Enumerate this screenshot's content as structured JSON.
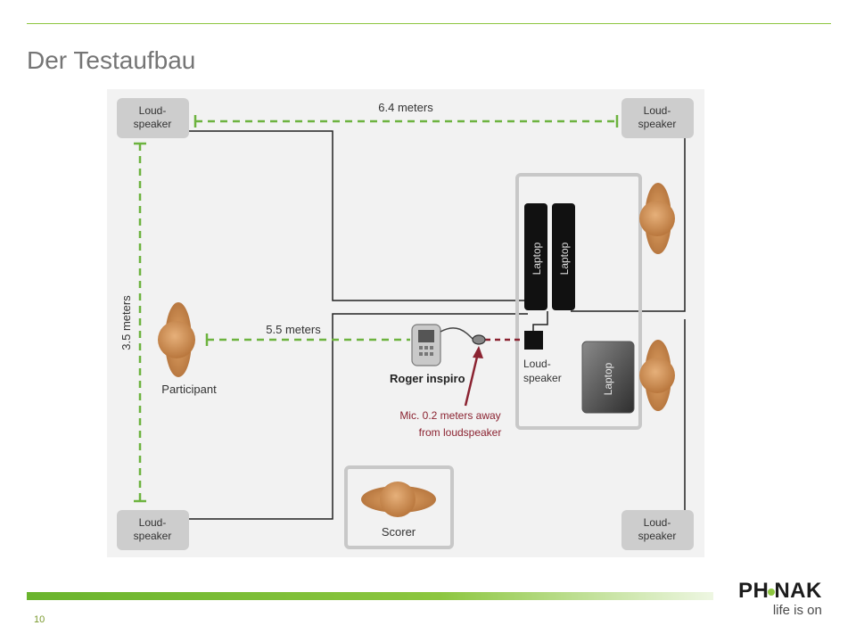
{
  "slide": {
    "title": "Der Testaufbau",
    "page_number": "10"
  },
  "diagram": {
    "speaker_label_line1": "Loud-",
    "speaker_label_line2": "speaker",
    "dim_width": "6.4 meters",
    "dim_height": "3.5 meters",
    "dim_distance": "5.5 meters",
    "laptop_label": "Laptop",
    "participant_label": "Participant",
    "device_label": "Roger inspiro",
    "mic_note_line1": "Mic. 0.2 meters away",
    "mic_note_line2": "from loudspeaker",
    "scorer_label": "Scorer"
  },
  "logo": {
    "brand_before_dot": "PH",
    "brand_after_dot": "NAK",
    "tagline": "life is on"
  },
  "colors": {
    "accent_green": "#8dc63f",
    "dim_line_green": "#6db33f",
    "mic_note_red": "#8b2331",
    "box_gray": "#cdcdcd"
  }
}
